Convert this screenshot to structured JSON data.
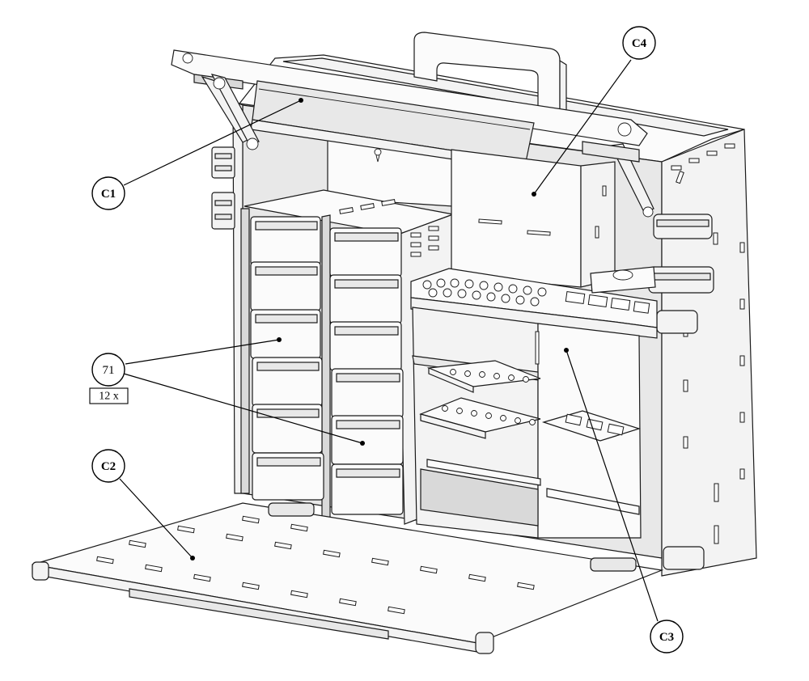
{
  "callouts": [
    {
      "id": "c1",
      "label": "C1"
    },
    {
      "id": "c2",
      "label": "C2"
    },
    {
      "id": "c3",
      "label": "C3"
    },
    {
      "id": "c4",
      "label": "C4"
    },
    {
      "id": "p71",
      "label": "71"
    }
  ],
  "quantity": {
    "label": "12 x"
  }
}
